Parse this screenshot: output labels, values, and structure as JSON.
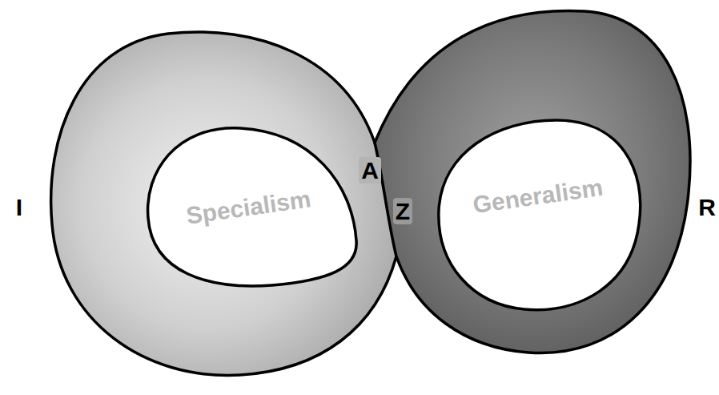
{
  "diagram": {
    "nodes": [
      {
        "text": [
          "Specialism"
        ]
      },
      {
        "text": [
          "Generalism"
        ]
      }
    ],
    "labels": [
      "I",
      "A",
      "Z",
      "R"
    ]
  }
}
